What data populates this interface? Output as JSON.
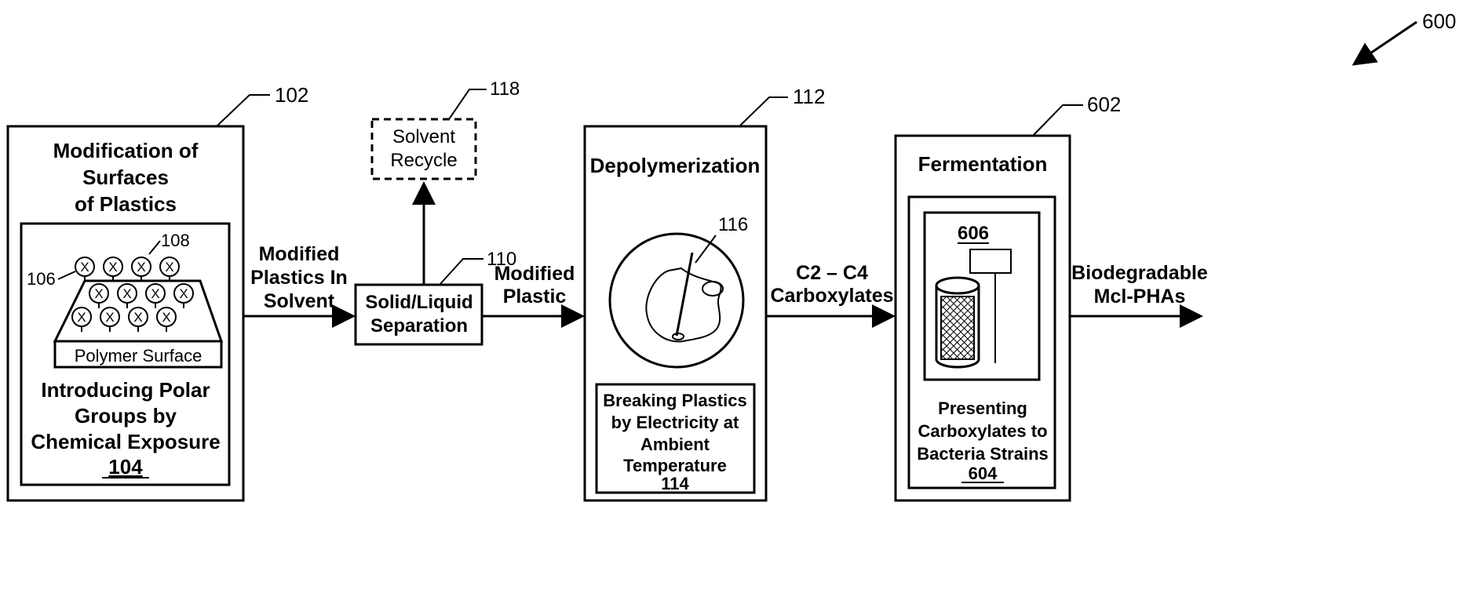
{
  "figure_ref": "600",
  "stages": {
    "modification": {
      "ref": "102",
      "title_lines": [
        "Modification of",
        "Surfaces",
        "of Plastics"
      ],
      "inner_ref": "106",
      "groups_ref": "108",
      "group_symbol": "X",
      "surface_label": "Polymer Surface",
      "description_lines": [
        "Introducing Polar",
        "Groups by",
        "Chemical Exposure"
      ],
      "step_ref": "104"
    },
    "separation": {
      "ref": "110",
      "label_lines": [
        "Solid/Liquid",
        "Separation"
      ]
    },
    "recycle": {
      "ref": "118",
      "label_lines": [
        "Solvent",
        "Recycle"
      ]
    },
    "depolymerization": {
      "ref": "112",
      "title": "Depolymerization",
      "reactor_ref": "116",
      "description_lines": [
        "Breaking Plastics",
        "by Electricity at",
        "Ambient",
        "Temperature"
      ],
      "step_ref": "114"
    },
    "fermentation": {
      "ref": "602",
      "title": "Fermentation",
      "vessel_ref": "606",
      "description_lines": [
        "Presenting",
        "Carboxylates to",
        "Bacteria Strains"
      ],
      "step_ref": "604"
    }
  },
  "flows": {
    "modified_plastics_in_solvent": [
      "Modified",
      "Plastics In",
      "Solvent"
    ],
    "modified_plastic": [
      "Modified",
      "Plastic"
    ],
    "carboxylates": [
      "C2 – C4",
      "Carboxylates"
    ],
    "output": [
      "Biodegradable",
      "Mcl-PHAs"
    ]
  }
}
